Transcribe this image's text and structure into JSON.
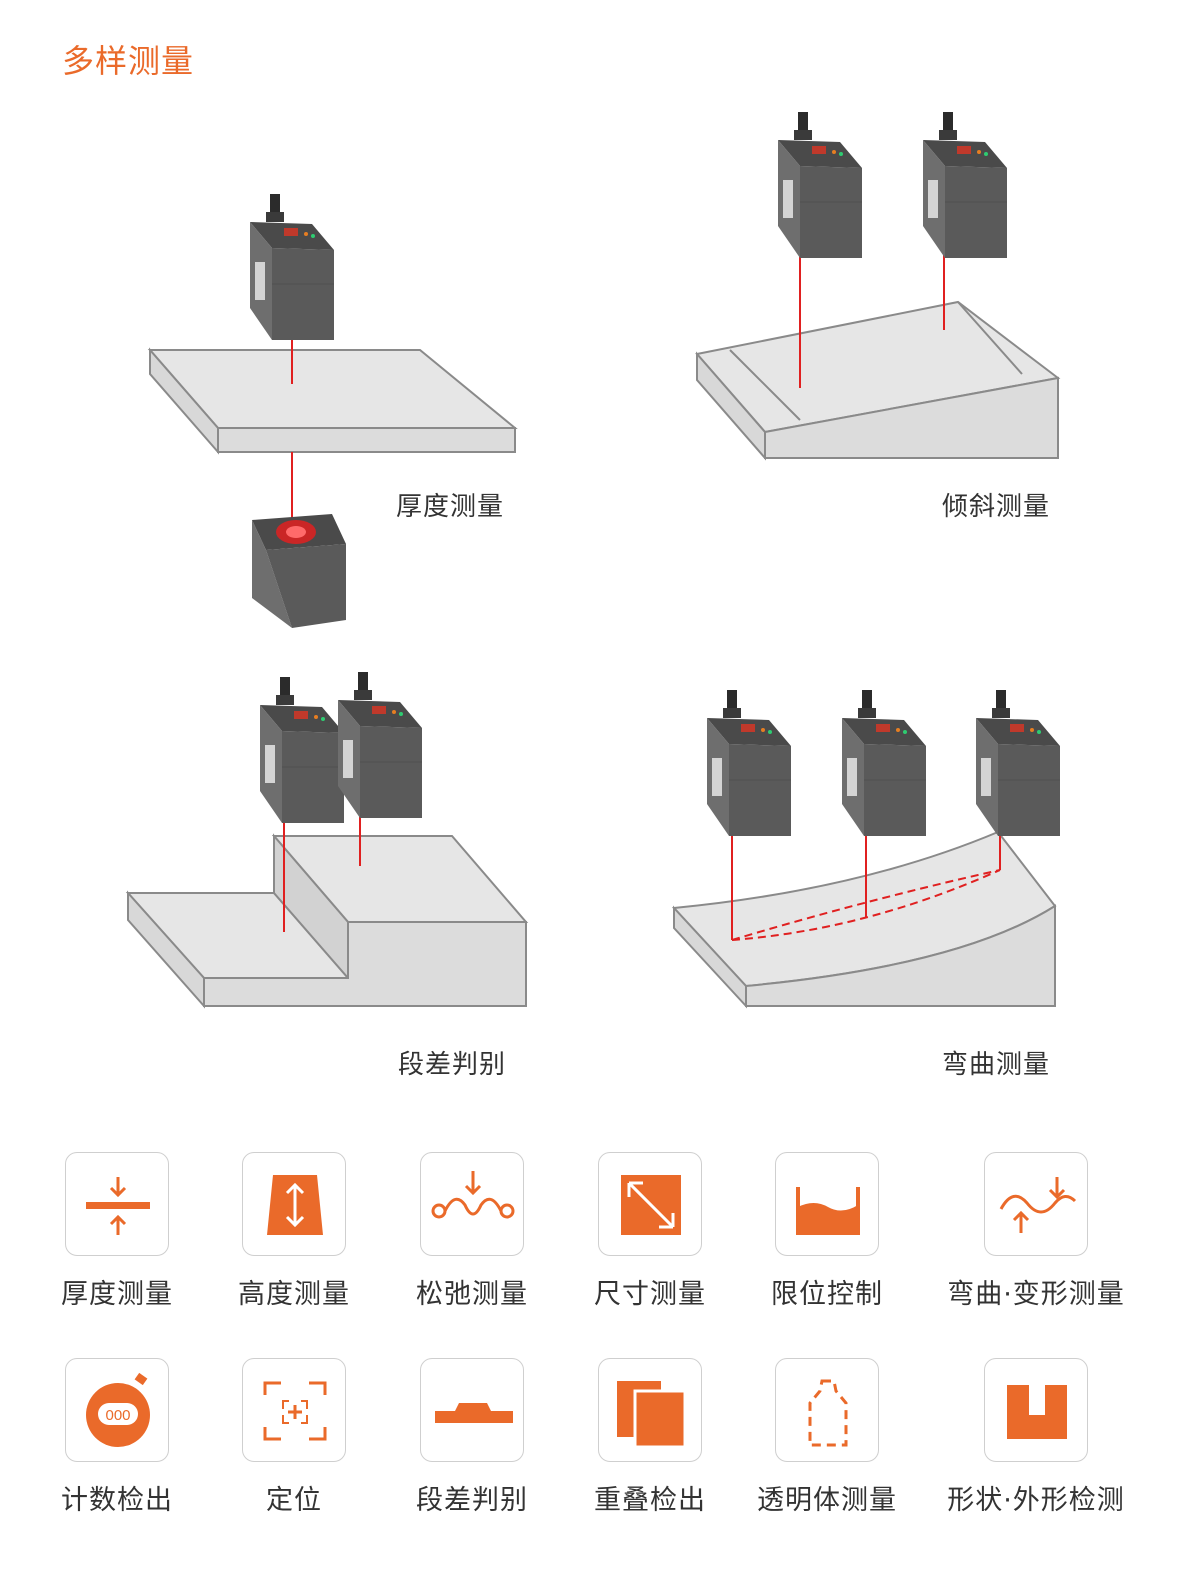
{
  "page_title": "多样测量",
  "scenes": [
    {
      "label": "厚度测量"
    },
    {
      "label": "倾斜测量"
    },
    {
      "label": "段差判别"
    },
    {
      "label": "弯曲测量"
    }
  ],
  "features_row1": [
    {
      "label": "厚度测量",
      "icon": "thickness-icon"
    },
    {
      "label": "高度测量",
      "icon": "height-icon"
    },
    {
      "label": "松弛测量",
      "icon": "slack-icon"
    },
    {
      "label": "尺寸测量",
      "icon": "dimension-icon"
    },
    {
      "label": "限位控制",
      "icon": "limit-icon"
    },
    {
      "label": "弯曲·变形测量",
      "icon": "bend-icon"
    }
  ],
  "features_row2": [
    {
      "label": "计数检出",
      "icon": "counter-icon"
    },
    {
      "label": "定位",
      "icon": "position-icon"
    },
    {
      "label": "段差判别",
      "icon": "step-icon"
    },
    {
      "label": "重叠检出",
      "icon": "overlap-icon"
    },
    {
      "label": "透明体测量",
      "icon": "transparent-icon"
    },
    {
      "label": "形状·外形检测",
      "icon": "shape-icon"
    }
  ],
  "counter_text": "000",
  "colors": {
    "accent": "#ea6a2a",
    "laser": "#e02020",
    "sensor": "#555555",
    "surface": "#e6e6e6"
  }
}
